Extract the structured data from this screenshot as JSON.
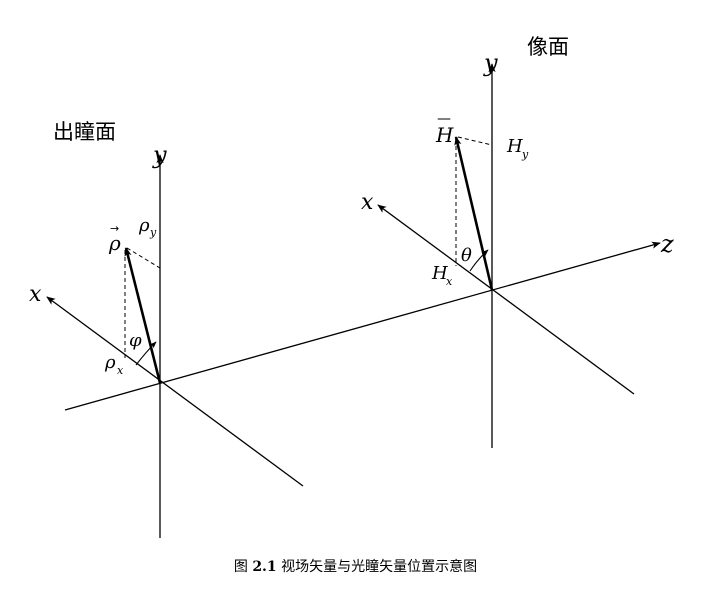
{
  "left_plane": {
    "title": "出瞳面",
    "y_axis": "y",
    "x_axis": "x",
    "vector_arrow": "→",
    "vector": "ρ",
    "proj_x": "ρ",
    "proj_x_sub": "x",
    "proj_y": "ρ",
    "proj_y_sub": "y",
    "angle": "φ"
  },
  "right_plane": {
    "title": "像面",
    "y_axis": "y",
    "x_axis": "x",
    "z_axis": "z",
    "vector_bar": "—",
    "vector": "H",
    "proj_x": "H",
    "proj_x_sub": "x",
    "proj_y": "H",
    "proj_y_sub": "y",
    "angle": "θ"
  },
  "caption": {
    "prefix": "图",
    "number": "2.1",
    "text": "视场矢量与光瞳矢量位置示意图"
  }
}
